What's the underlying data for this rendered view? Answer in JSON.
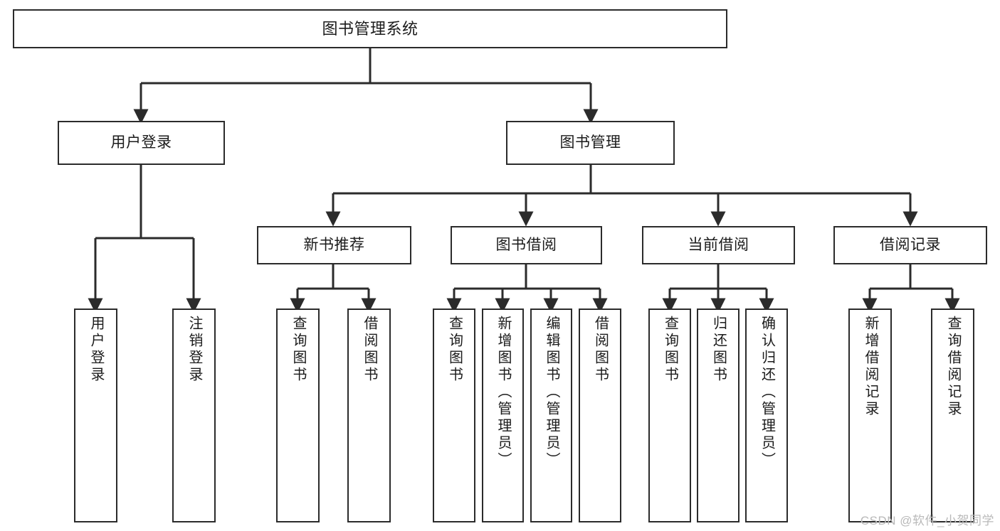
{
  "diagram": {
    "title": "图书管理系统",
    "type": "tree-hierarchy",
    "colors": {
      "stroke": "#2b2b2b",
      "fill": "#ffffff",
      "text": "#1b1b1b",
      "watermark": "#b9b9b9"
    },
    "root": {
      "label": "图书管理系统"
    },
    "level2": [
      {
        "label": "用户登录"
      },
      {
        "label": "图书管理"
      }
    ],
    "level3": [
      {
        "label": "新书推荐"
      },
      {
        "label": "图书借阅"
      },
      {
        "label": "当前借阅"
      },
      {
        "label": "借阅记录"
      }
    ],
    "leaves": {
      "user_login": [
        {
          "label": "用户登录"
        },
        {
          "label": "注销登录"
        }
      ],
      "new_book_recommend": [
        {
          "label": "查询图书"
        },
        {
          "label": "借阅图书"
        }
      ],
      "book_borrow": [
        {
          "label": "查询图书"
        },
        {
          "label": "新增图书（管理员）"
        },
        {
          "label": "编辑图书（管理员）"
        },
        {
          "label": "借阅图书"
        }
      ],
      "current_borrow": [
        {
          "label": "查询图书"
        },
        {
          "label": "归还图书"
        },
        {
          "label": "确认归还（管理员）"
        }
      ],
      "borrow_record": [
        {
          "label": "新增借阅记录"
        },
        {
          "label": "查询借阅记录"
        }
      ]
    }
  },
  "watermark": {
    "text": "CSDN @软件_小贺同学"
  }
}
